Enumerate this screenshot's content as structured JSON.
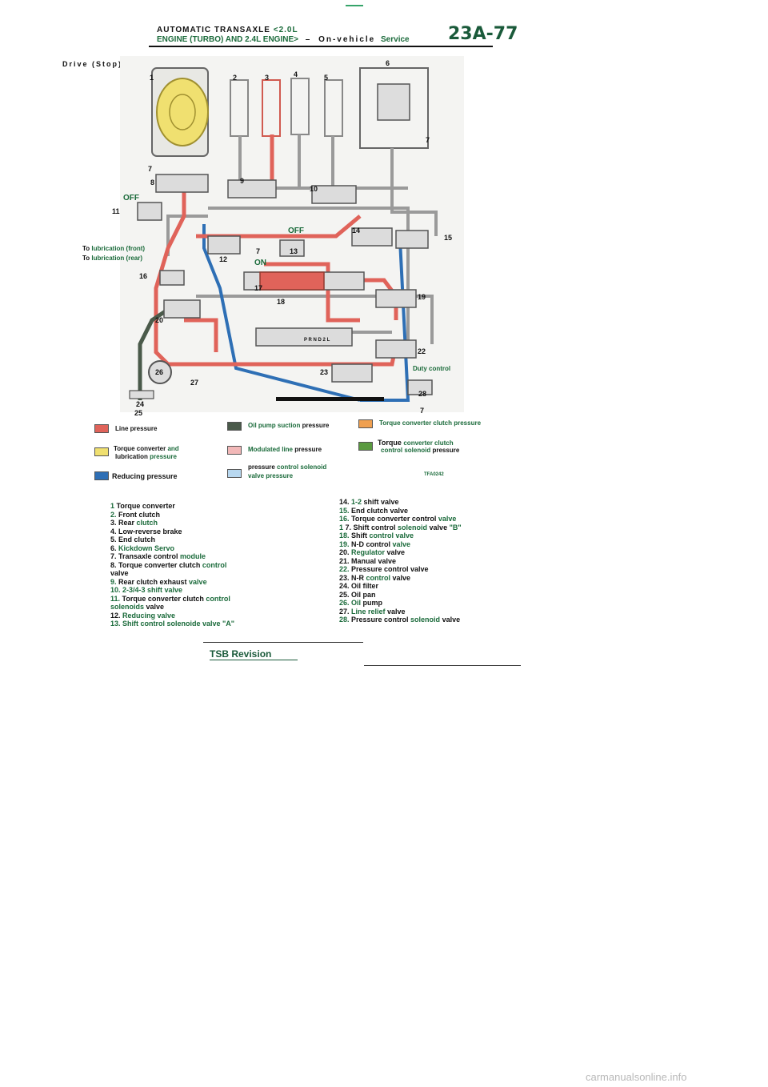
{
  "header": {
    "line1_plain": "AUTOMATIC TRANSAXLE",
    "line1_green": "<2.0L",
    "line2_green": "ENGINE (TURBO) AND 2.4L ENGINE>",
    "line2_dash": "–",
    "line2_plain": "On-vehicle",
    "line2_service": "Service",
    "page_number": "23A-77"
  },
  "subtitle": "Drive (Stop)",
  "diagram": {
    "to_front_prefix": "To",
    "to_front_label": "lubrication (front)",
    "to_rear_prefix": "To",
    "to_rear_label": "lubrication (rear)",
    "label_off_1": "OFF",
    "label_off_2": "OFF",
    "label_on": "ON",
    "label_duty": "Duty control",
    "label_prnd": "P R N D 2 L",
    "label_25": "25",
    "code": "TFA0242",
    "numbers": [
      "1",
      "2",
      "3",
      "4",
      "5",
      "6",
      "7",
      "7",
      "7",
      "7",
      "8",
      "9",
      "10",
      "11",
      "12",
      "13",
      "14",
      "15",
      "16",
      "17",
      "18",
      "19",
      "20",
      "22",
      "23",
      "24",
      "26",
      "27",
      "28"
    ]
  },
  "legend": {
    "line_pressure": "Line pressure",
    "tc_lub_a": "Torque converter",
    "tc_lub_b": "and",
    "tc_lub_c": "lubrication",
    "tc_lub_d": "pressure",
    "reducing": "Reducing pressure",
    "oil_suction_a": "Oil pump suction",
    "oil_suction_b": "pressure",
    "modulated_a": "Modulated line",
    "modulated_b": "pressure",
    "pcsv_a": "pressure",
    "pcsv_b": "control solenoid",
    "pcsv_c": "valve pressure",
    "tcc_a": "Torque converter clutch",
    "tcc_b": "pressure",
    "tccs_a": "Torque",
    "tccs_b": "converter clutch",
    "tccs_c": "control solenoid",
    "tccs_d": "pressure"
  },
  "colors": {
    "line_pressure": "#e0635a",
    "tc_lubrication": "#f0e070",
    "reducing": "#2e6fb5",
    "oil_suction": "#4a5a4a",
    "modulated": "#f2b8b8",
    "pcsv": "#b8d8f0",
    "tcc": "#f0a050",
    "tccs": "#5a9a40"
  },
  "parts_left": [
    {
      "n": "1",
      "a": "Torque converter"
    },
    {
      "n": "2.",
      "a": "Front clutch"
    },
    {
      "n": "3.",
      "a": "Rear",
      "g": "clutch"
    },
    {
      "n": "4.",
      "a": "Low-reverse brake"
    },
    {
      "n": "5.",
      "a": "End clutch"
    },
    {
      "n": "6.",
      "g": "Kickdown Servo"
    },
    {
      "n": "7.",
      "a": "Transaxle control",
      "g": "module"
    },
    {
      "n": "8.",
      "a": "Torque converter clutch",
      "g": "control"
    },
    {
      "n": "",
      "a": "valve"
    },
    {
      "n": "9.",
      "a": "Rear clutch exhaust",
      "g": "valve"
    },
    {
      "n": "10.",
      "g": "2-3/4-3 shift valve"
    },
    {
      "n": "11.",
      "a": "Torque converter clutch",
      "g": "control"
    },
    {
      "n": "",
      "g": "solenoids",
      "a2": "valve"
    },
    {
      "n": "12.",
      "g": "Reducing valve"
    },
    {
      "n": "13.",
      "g": "Shift control solenoide valve \"A\""
    }
  ],
  "parts_right": [
    {
      "n": "14.",
      "g": "1-2",
      "a2": "shift valve"
    },
    {
      "n": "15.",
      "a": "End clutch valve"
    },
    {
      "n": "16.",
      "a": "Torque converter control",
      "g": "valve"
    },
    {
      "n": "1",
      "a": "7. Shift control",
      "g": "solenoid",
      "a2": "valve",
      "g2": "\"B\""
    },
    {
      "n": "18.",
      "a": "Shift",
      "g": "control valve"
    },
    {
      "n": "19.",
      "a": "N-D control",
      "g": "valve"
    },
    {
      "n": "20.",
      "g": "Regulator",
      "a2": "valve"
    },
    {
      "n": "21.",
      "a": "Manual valve"
    },
    {
      "n": "22.",
      "a": "Pressure control valve"
    },
    {
      "n": "23.",
      "a": "N-R",
      "g": "control",
      "a2": "valve"
    },
    {
      "n": "24.",
      "a": "Oil filter"
    },
    {
      "n": "25.",
      "a": "Oil pan"
    },
    {
      "n": "26.",
      "g": "Oil",
      "a2": "pump"
    },
    {
      "n": "27.",
      "g": "Line relief",
      "a2": "valve"
    },
    {
      "n": "28.",
      "a": "Pressure control",
      "g": "solenoid",
      "a2": "valve"
    }
  ],
  "footer": {
    "tsb": "TSB Revision",
    "watermark": "carmanualsonline.info"
  }
}
